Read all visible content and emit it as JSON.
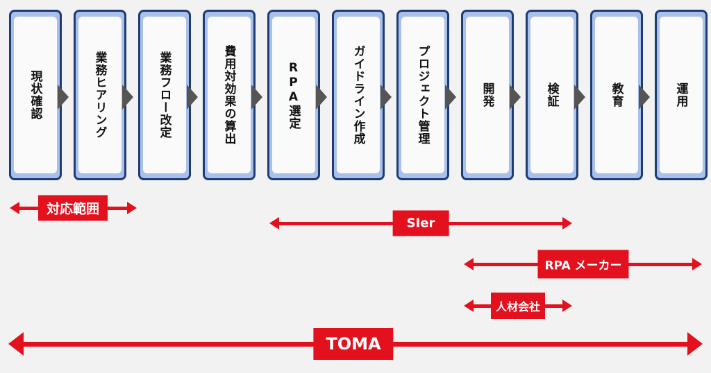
{
  "process": {
    "steps": [
      "現状確認",
      "業務ヒアリング",
      "業務フロー改定",
      "費用対効果の算出",
      "RPA選定",
      "ガイドライン作成",
      "プロジェクト管理",
      "開発",
      "検証",
      "教育",
      "運用"
    ]
  },
  "ranges": {
    "scope": {
      "label": "対応範囲",
      "from_step": 1,
      "to_step": 2
    },
    "sier": {
      "label": "SIer",
      "from_step": 5,
      "to_step": 9
    },
    "rpa_maker": {
      "label": "RPA メーカー",
      "from_step": 8,
      "to_step": 11
    },
    "staffing": {
      "label": "人材会社",
      "from_step": 8,
      "to_step": 9
    },
    "toma": {
      "label": "TOMA",
      "from_step": 1,
      "to_step": 11
    }
  },
  "colors": {
    "card_border": "#1f3b73",
    "card_fill": "#a9c1ea",
    "arrow": "#555555",
    "accent_red": "#e3101e",
    "background": "#f2f2f2"
  }
}
